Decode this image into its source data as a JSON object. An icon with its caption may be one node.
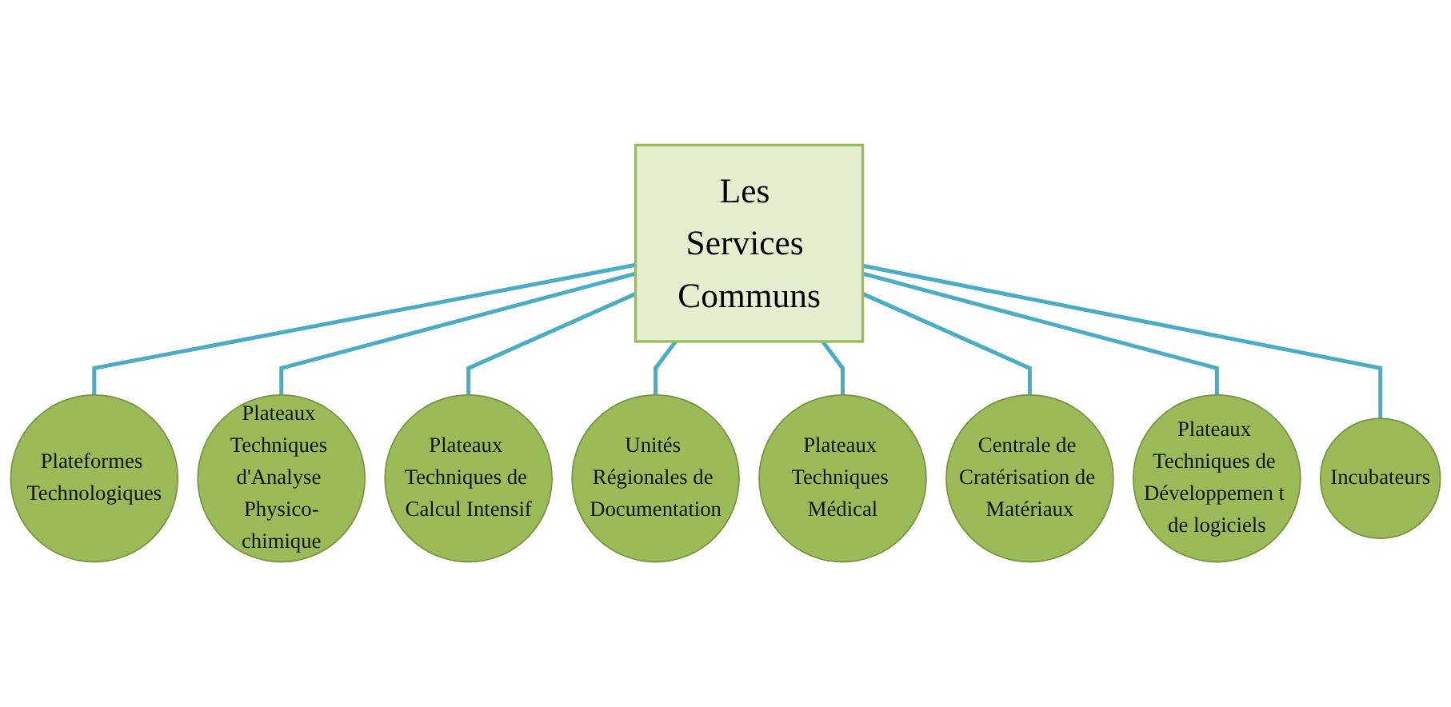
{
  "diagram": {
    "nodes": [
      {
        "text": [
          "Les Services Communs"
        ]
      },
      {
        "text": [
          "Plateformes Technologiques"
        ]
      },
      {
        "text": [
          "Plateaux Techniques d'Analyse Physico-chimique"
        ]
      },
      {
        "text": [
          "Plateaux Techniques de Calcul Intensif"
        ]
      },
      {
        "text": [
          "Unités Régionales de Documentation"
        ]
      },
      {
        "text": [
          "Plateaux Techniques Médical"
        ]
      },
      {
        "text": [
          "Centrale de Cratérisation de Matériaux"
        ]
      },
      {
        "text": [
          "Plateaux Techniques de Développemen t de logiciels"
        ]
      },
      {
        "text": [
          "Incubateurs"
        ]
      }
    ],
    "edges": [
      {
        "from": 0,
        "to": 1,
        "arrow": "none"
      },
      {
        "from": 0,
        "to": 2,
        "arrow": "none"
      },
      {
        "from": 0,
        "to": 3,
        "arrow": "none"
      },
      {
        "from": 0,
        "to": 4,
        "arrow": "none"
      },
      {
        "from": 0,
        "to": 5,
        "arrow": "none"
      },
      {
        "from": 0,
        "to": 6,
        "arrow": "none"
      },
      {
        "from": 0,
        "to": 7,
        "arrow": "none"
      },
      {
        "from": 0,
        "to": 8,
        "arrow": "none"
      }
    ]
  }
}
